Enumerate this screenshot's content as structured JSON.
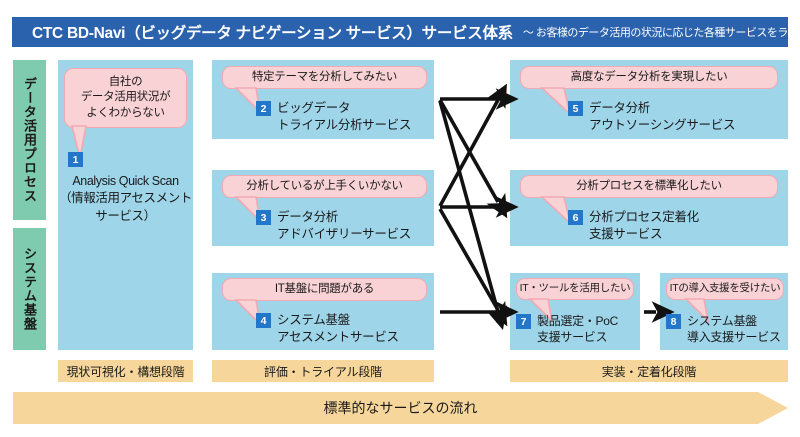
{
  "header": {
    "title": "CTC BD-Navi（ビッグデータ ナビゲーション サービス）サービス体系",
    "subtitle": "～ お客様のデータ活用の状況に応じた各種サービスをラインアップ ～",
    "bar_color": "#2b62ad"
  },
  "side_tabs": [
    {
      "label": "データ活用プロセス"
    },
    {
      "label": "システム基盤"
    }
  ],
  "services": [
    {
      "number": "1",
      "bubble": "自社の\nデータ活用状況が\nよくわからない",
      "name": "Analysis Quick Scan\n（情報活用アセスメント\nサービス）"
    },
    {
      "number": "2",
      "bubble": "特定テーマを分析してみたい",
      "name": "ビッグデータ\nトライアル分析サービス"
    },
    {
      "number": "3",
      "bubble": "分析しているが上手くいかない",
      "name": "データ分析\nアドバイザリーサービス"
    },
    {
      "number": "4",
      "bubble": "IT基盤に問題がある",
      "name": "システム基盤\nアセスメントサービス"
    },
    {
      "number": "5",
      "bubble": "高度なデータ分析を実現したい",
      "name": "データ分析\nアウトソーシングサービス"
    },
    {
      "number": "6",
      "bubble": "分析プロセスを標準化したい",
      "name": "分析プロセス定着化\n支援サービス"
    },
    {
      "number": "7",
      "bubble": "IT・ツールを活用したい",
      "name": "製品選定・PoC\n支援サービス"
    },
    {
      "number": "8",
      "bubble": "ITの導入支援を受けたい",
      "name": "システム基盤\n導入支援サービス"
    }
  ],
  "phases": [
    {
      "label": "現状可視化・構想段階"
    },
    {
      "label": "評価・トライアル段階"
    },
    {
      "label": "実装・定着化段階"
    }
  ],
  "flow": {
    "label": "標準的なサービスの流れ",
    "color": "#f6d69b"
  },
  "colors": {
    "panel": "#9ed5e9",
    "bubble_fill": "#f9d2d6",
    "bubble_border": "#f3a9b2",
    "badge": "#2277c8",
    "side_tab": "#7ecbb0",
    "phase": "#f6d69b"
  }
}
